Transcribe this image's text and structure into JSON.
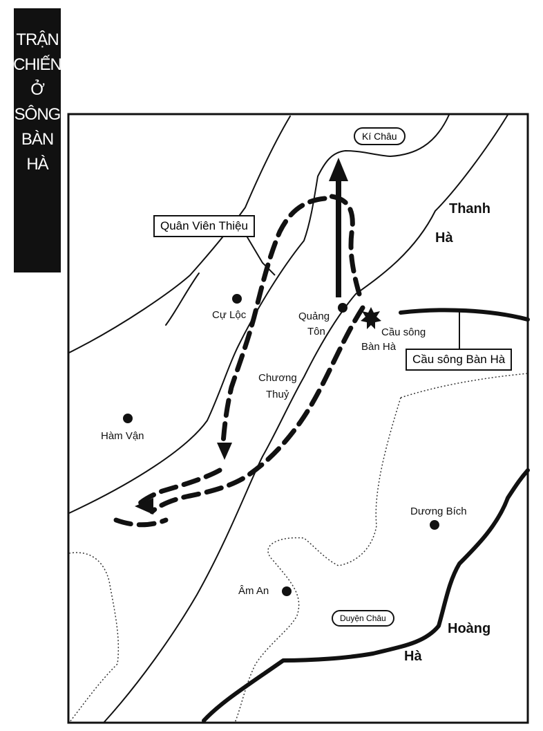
{
  "title": {
    "lines": [
      "TRẬN",
      "CHIẾN",
      "Ở",
      "SÔNG",
      "BÀN",
      "HÀ"
    ]
  },
  "places": {
    "ki_chau": "Kí Châu",
    "thanh_ha": "Thanh\nHà",
    "thanh": "Thanh",
    "ha_right": "Hà",
    "quan_vien_thieu": "Quân Viên Thiệu",
    "cu_loc": "Cự Lộc",
    "quang_ton_1": "Quảng",
    "quang_ton_2": "Tôn",
    "cau_song_1": "Cầu sông",
    "cau_song_2": "Bàn Hà",
    "cau_song_callout": "Cầu sông Bàn Hà",
    "chuong_thuy_1": "Chương",
    "chuong_thuy_2": "Thuỷ",
    "ham_van": "Hàm Vận",
    "duong_bich": "Dương Bích",
    "am_an": "Âm An",
    "duyen_chau": "Duyện Châu",
    "hoang": "Hoàng",
    "ha_bottom": "Hà"
  }
}
